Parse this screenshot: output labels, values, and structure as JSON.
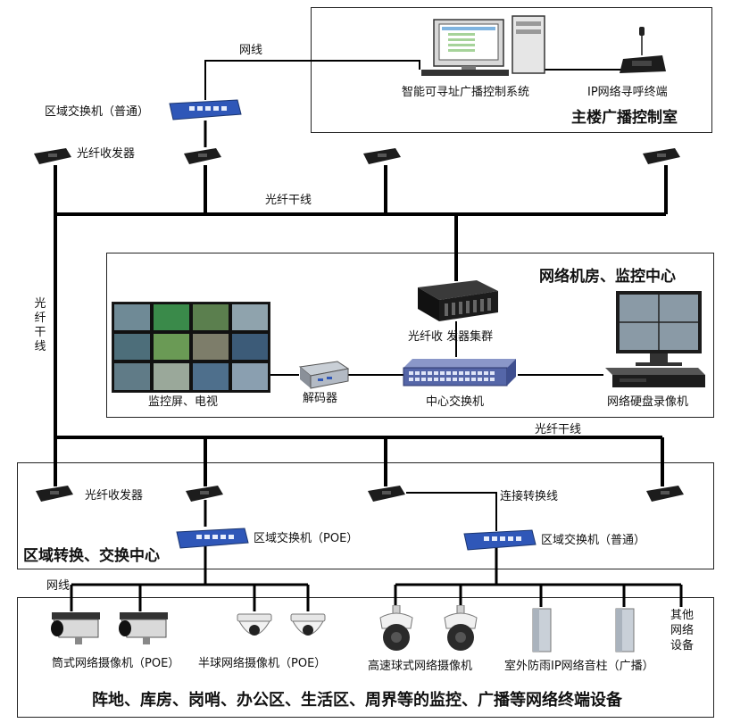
{
  "sections": {
    "main_building": "主楼广播控制室",
    "network_room": "网络机房、监控中心",
    "regional": "区域转换、交换中心",
    "terminals": "阵地、库房、岗哨、办公区、生活区、周界等的监控、广播等网络终端设备"
  },
  "labels": {
    "network_line_top": "网线",
    "switch_top": "区域交换机（普通）",
    "broadcast_system": "智能可寻址广播控制系统",
    "ip_terminal": "IP网络寻呼终端",
    "fiber_transceiver_top": "光纤收发器",
    "fiber_trunk_top": "光纤干线",
    "fiber_trunk_vertical": [
      "光",
      "纤",
      "干",
      "线"
    ],
    "fiber_cluster": "光纤收 发器集群",
    "monitor_screen": "监控屏、电视",
    "decoder": "解码器",
    "core_switch": "中心交换机",
    "nvr": "网络硬盘录像机",
    "fiber_trunk_mid": "光纤干线",
    "fiber_transceiver_bottom": "光纤收发器",
    "conversion_line": "连接转换线",
    "switch_poe": "区域交换机（POE）",
    "switch_normal": "区域交换机（普通）",
    "network_line_bottom": "网线",
    "bullet_cam": "筒式网络摄像机（POE）",
    "dome_cam": "半球网络摄像机（POE）",
    "speed_dome": "高速球式网络摄像机",
    "speaker": "室外防雨IP网络音柱（广播）",
    "other_devices": [
      "其他",
      "网络",
      "设备"
    ]
  },
  "colors": {
    "line": "#000000",
    "switch_blue": "#2f57b8",
    "device_dark": "#1c1c1c",
    "screen_green": "#3a8a4a"
  }
}
